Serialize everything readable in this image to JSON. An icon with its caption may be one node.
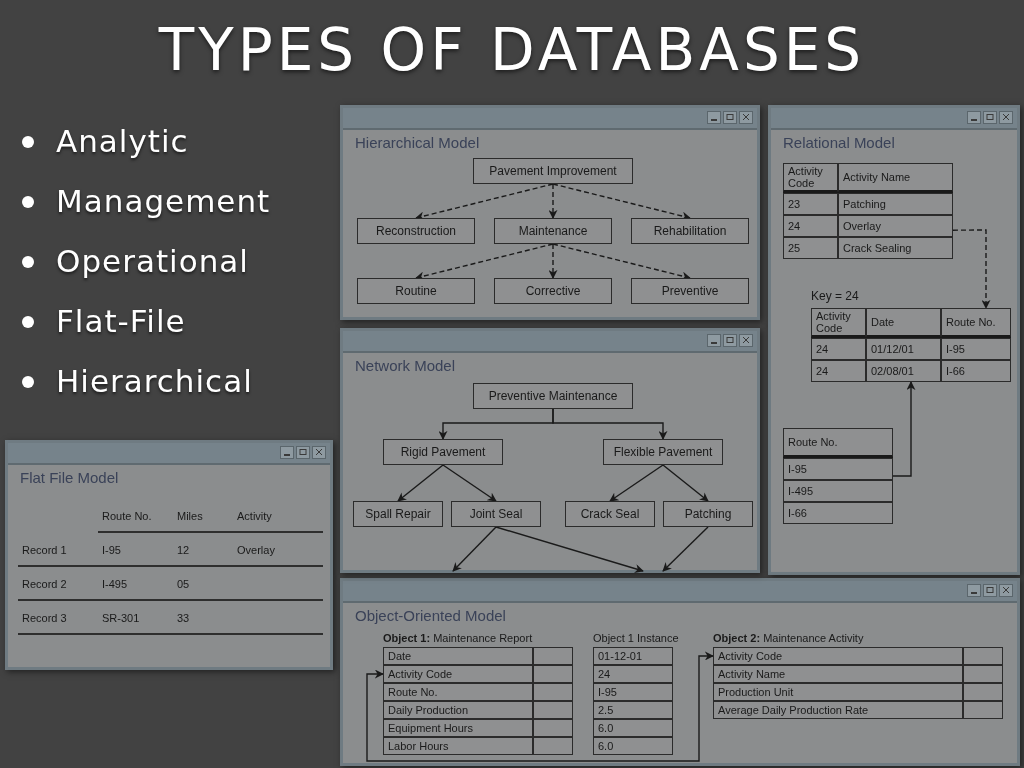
{
  "diagram": {
    "title": "TYPES OF DATABASES",
    "nodes": [
      {
        "text": [
          "Flat File Model",
          "Route No.",
          "Miles",
          "Activity",
          "Record 1",
          "I-95",
          "12",
          "Overlay",
          "Record 2",
          "I-495",
          "05",
          "Record 3",
          "SR-301",
          "33"
        ]
      },
      {
        "text": [
          "Hierarchical Model"
        ]
      },
      {
        "text": [
          "Pavement Improvement"
        ],
        "in": 1
      },
      {
        "text": [
          "Reconstruction"
        ],
        "in": 1
      },
      {
        "text": [
          "Maintenance"
        ],
        "in": 1
      },
      {
        "text": [
          "Rehabilitation"
        ],
        "in": 1
      },
      {
        "text": [
          "Routine"
        ],
        "in": 1
      },
      {
        "text": [
          "Corrective"
        ],
        "in": 1
      },
      {
        "text": [
          "Preventive"
        ],
        "in": 1
      },
      {
        "text": [
          "Relational Model"
        ]
      },
      {
        "text": [
          "Activity Code",
          "Activity Name",
          "23",
          "Patching",
          "24",
          "Overlay",
          "25",
          "Crack Sealing"
        ],
        "in": 9
      },
      {
        "text": [
          "Activity Code",
          "Date",
          "Route No.",
          "24",
          "01/12/01",
          "I-95",
          "24",
          "02/08/01",
          "I-66"
        ],
        "in": 9,
        "beside": [
          "Key = 24"
        ]
      },
      {
        "text": [
          "Route No.",
          "I-95",
          "I-495",
          "I-66"
        ],
        "in": 9
      },
      {
        "text": [
          "Object-Oriented Model"
        ]
      },
      {
        "text": [
          "**Object 1:** Maintenance Report",
          "Date",
          "Activity Code",
          "Route No.",
          "Daily Production",
          "Equipment Hours",
          "Labor Hours"
        ],
        "in": 13
      },
      {
        "text": [
          "Object 1 Instance",
          "01-12-01",
          "24",
          "I-95",
          "2.5",
          "6.0",
          "6.0"
        ],
        "in": 13
      },
      {
        "text": [
          "**Object 2:** Maintenance Activity",
          "Activity Code",
          "Activity Name",
          "Production Unit",
          "Average Daily Production Rate"
        ],
        "in": 13
      },
      {
        "text": [
          "Network Model"
        ]
      },
      {
        "text": [
          "Preventive Maintenance"
        ],
        "in": 17
      },
      {
        "text": [
          "Rigid Pavement"
        ],
        "in": 17
      },
      {
        "text": [
          "Flexible Pavement"
        ],
        "in": 17
      },
      {
        "text": [
          "Spall Repair"
        ],
        "in": 17
      },
      {
        "text": [
          "Joint Seal"
        ],
        "in": 17
      },
      {
        "text": [
          "Crack Seal"
        ],
        "in": 17
      },
      {
        "text": [
          "Patching"
        ],
        "in": 17
      }
    ],
    "edges": [
      {
        "from": 2,
        "to": 3,
        "arrow": "to",
        "style": "dashed"
      },
      {
        "from": 2,
        "to": 4,
        "arrow": "to",
        "style": "dashed"
      },
      {
        "from": 2,
        "to": 5,
        "arrow": "to",
        "style": "dashed"
      },
      {
        "from": 4,
        "to": 6,
        "arrow": "to",
        "style": "dashed"
      },
      {
        "from": 4,
        "to": 7,
        "arrow": "to",
        "style": "dashed"
      },
      {
        "from": 4,
        "to": 8,
        "arrow": "to",
        "style": "dashed"
      },
      {
        "from": 10,
        "to": 11,
        "arrow": "to",
        "style": "dashed"
      },
      {
        "from": 12,
        "to": 11,
        "arrow": "to"
      },
      {
        "from": 14,
        "to": 16,
        "arrow": "both"
      },
      {
        "from": 18,
        "to": 19,
        "arrow": "to"
      },
      {
        "from": 18,
        "to": 20,
        "arrow": "to"
      },
      {
        "from": 19,
        "to": 21,
        "arrow": "to"
      },
      {
        "from": 19,
        "to": 22,
        "arrow": "to"
      },
      {
        "from": 20,
        "to": 23,
        "arrow": "to"
      },
      {
        "from": 20,
        "to": 24,
        "arrow": "to"
      },
      {
        "from": 22,
        "to": null,
        "arrow": "to"
      },
      {
        "from": 22,
        "to": null,
        "arrow": "to"
      },
      {
        "from": 24,
        "to": null,
        "arrow": "to"
      }
    ],
    "labels": [
      "Analytic",
      "Management",
      "Operational",
      "Flat-File",
      "Hierarchical"
    ]
  }
}
